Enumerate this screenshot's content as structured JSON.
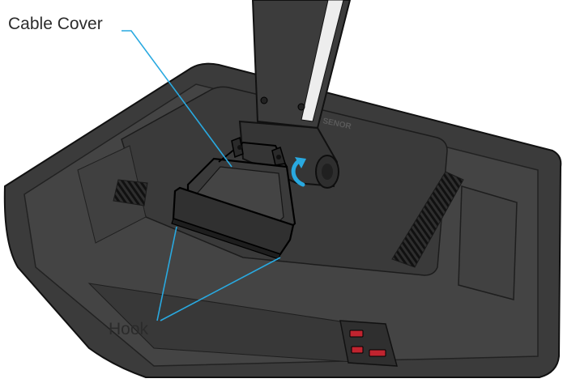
{
  "labels": {
    "cable_cover": "Cable Cover",
    "hook": "Hook"
  },
  "brand_mark": "SENOR",
  "colors": {
    "leader_line": "#29a9e0",
    "rotation_arrow": "#29a9e0",
    "port_accent": "#c0242f",
    "monitor_body": "#3d3d3d",
    "outline": "#111111"
  }
}
